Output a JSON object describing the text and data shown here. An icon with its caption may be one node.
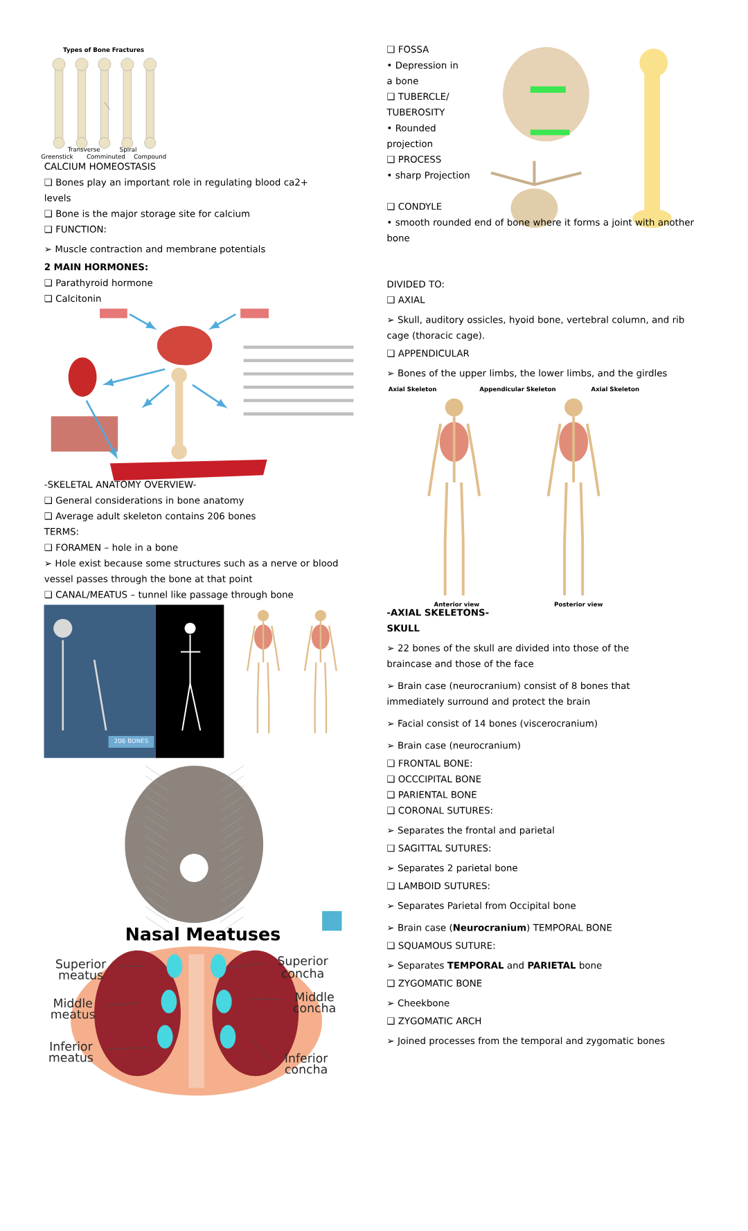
{
  "diagram": {
    "nodes": [
      {
        "text": [
          "Superior meatus"
        ]
      },
      {
        "text": [
          "Middle meatus"
        ]
      },
      {
        "text": [
          "Inferior meatus"
        ]
      },
      {
        "text": [
          "Superior concha"
        ]
      },
      {
        "text": [
          "Middle concha"
        ]
      },
      {
        "text": [
          "Inferior concha"
        ]
      }
    ],
    "edges": [
      {
        "from": 0,
        "to": null,
        "arrow": "none"
      },
      {
        "from": 1,
        "to": null,
        "arrow": "none"
      },
      {
        "from": 2,
        "to": null,
        "arrow": "none"
      },
      {
        "from": 3,
        "to": null,
        "arrow": "none"
      },
      {
        "from": 4,
        "to": null,
        "arrow": "none"
      },
      {
        "from": 5,
        "to": null,
        "arrow": "none"
      }
    ],
    "labels": [
      "Types of Bone Fractures",
      "Greenstick",
      "Transverse",
      "Comminuted",
      "Spiral",
      "Compound",
      "CALCIUM HOMEOSTASIS",
      "❑ Bones play an important role in regulating blood ca2+ levels",
      "❑ Bone is the major storage site for calcium",
      "❑ FUNCTION:",
      "➢ Muscle contraction and membrane potentials",
      "2 MAIN HORMONES:",
      "❑ Parathyroid hormone",
      "❑ Calcitonin",
      "-SKELETAL ANATOMY OVERVIEW-",
      "❑ General considerations in bone anatomy",
      "❑ Average adult skeleton contains 206 bones",
      "TERMS:",
      "❑ FORAMEN – hole in a bone",
      "➢ Hole exist because some structures such as a nerve or blood vessel passes through the bone at that point",
      "❑ CANAL/MEATUS – tunnel like passage through bone",
      "206 BONES",
      "Nasal Meatuses",
      "❑ FOSSA",
      "• Depression in a bone",
      "❑ TUBERCLE/ TUBEROSITY",
      "• Rounded projection",
      "❑ PROCESS",
      "• sharp Projection",
      "❑ CONDYLE",
      "• smooth rounded end of bone where it forms a joint with another bone",
      "DIVIDED TO:",
      "❑ AXIAL",
      "➢ Skull, auditory ossicles, hyoid bone, vertebral column, and rib cage (thoracic cage).",
      "❑ APPENDICULAR",
      "➢ Bones of the upper limbs, the lower limbs, and the girdles",
      "Axial Skeleton",
      "Appendicular Skeleton",
      "Axial Skeleton",
      "Anterior view",
      "Posterior view",
      "-AXIAL SKELETONS-",
      "SKULL",
      "➢ 22 bones of the skull are divided into those of the braincase and those of the face",
      "➢ Brain case (neurocranium) consist of 8 bones that immediately surround and protect the brain",
      "➢ Facial consist of 14 bones (viscerocranium)",
      "➢ Brain case (neurocranium)",
      "❑ FRONTAL BONE:",
      "❑ OCCCIPITAL BONE",
      "❑ PARIENTAL BONE",
      "❑ CORONAL SUTURES:",
      "➢ Separates the frontal and parietal",
      "❑ SAGITTAL SUTURES:",
      "➢ Separates 2 parietal bone",
      "❑ LAMBOID SUTURES:",
      "➢ Separates Parietal from Occipital bone",
      "➢ Brain case (**Neurocranium**) TEMPORAL BONE",
      "❑ SQUAMOUS SUTURE:",
      "➢ Separates **TEMPORAL** and **PARIETAL** bone",
      "❑ ZYGOMATIC BONE",
      "➢ Cheekbone",
      "❑ ZYGOMATIC ARCH",
      "➢ Joined processes from the temporal and zygomatic bones"
    ]
  }
}
